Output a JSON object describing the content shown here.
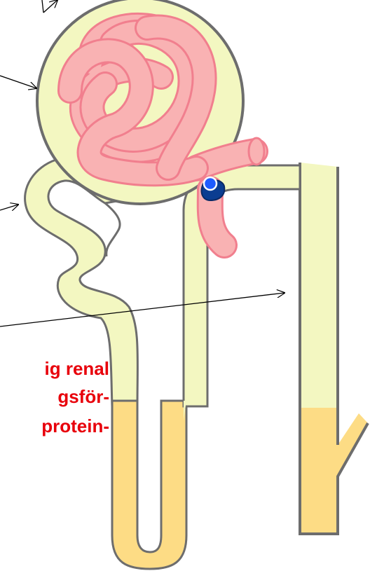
{
  "labels": {
    "line1": "ig renal",
    "line2": "gsför-",
    "line3": "protein-"
  },
  "colors": {
    "tubule_fill": "#f3f7c1",
    "tubule_stroke": "#6d6d6d",
    "medullary_fill": "#fddc85",
    "capillary_fill": "#f9b2b3",
    "capillary_stroke": "#f17f8e",
    "macula_densa": "#0b3d91",
    "juxtaglomerular_dot": "#1e5cff",
    "label_text": "#e8000b"
  },
  "icons": {
    "arrow": "arrow-pointer-icon"
  }
}
